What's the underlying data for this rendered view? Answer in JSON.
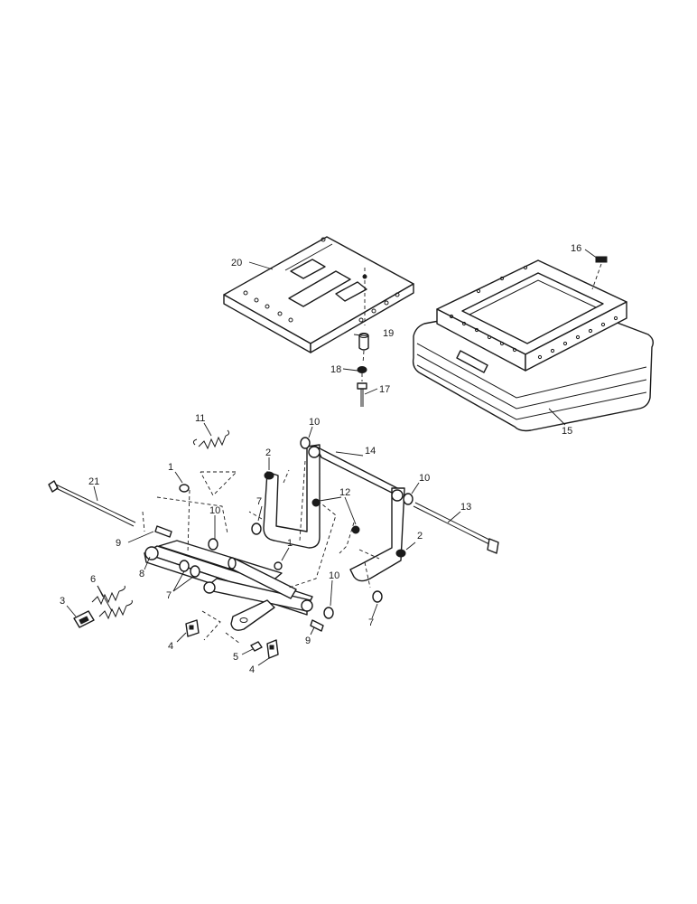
{
  "callouts": {
    "c1a": "1",
    "c1b": "1",
    "c2a": "2",
    "c2b": "2",
    "c3": "3",
    "c4a": "4",
    "c4b": "4",
    "c5": "5",
    "c6": "6",
    "c7a": "7",
    "c7b": "7",
    "c7c": "7",
    "c8": "8",
    "c9a": "9",
    "c9b": "9",
    "c10a": "10",
    "c10b": "10",
    "c10c": "10",
    "c10d": "10",
    "c11": "11",
    "c12": "12",
    "c13": "13",
    "c14": "14",
    "c15": "15",
    "c16": "16",
    "c17": "17",
    "c18": "18",
    "c19": "19",
    "c20": "20",
    "c21": "21"
  }
}
